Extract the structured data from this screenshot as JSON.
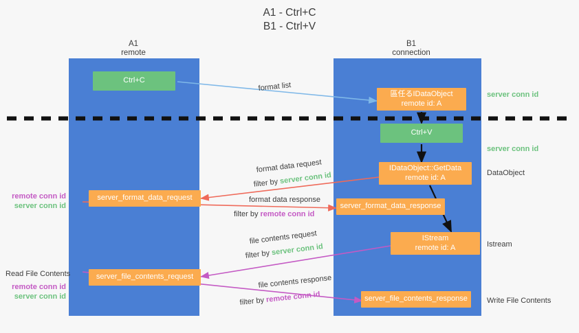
{
  "title": {
    "line1": "A1 - Ctrl+C",
    "line2": "B1 - Ctrl+V"
  },
  "lanes": [
    {
      "name": "A1",
      "sub": "remote"
    },
    {
      "name": "B1",
      "sub": "connection"
    }
  ],
  "boxes": {
    "ctrl_c": "Ctrl+C",
    "ctrl_v": "Ctrl+V",
    "dataobject_create_l1": "區任るIDataObject",
    "dataobject_create_l2": "remote id: A",
    "getdata_l1": "IDataObject::GetData",
    "getdata_l2": "remote id: A",
    "istream_l1": "IStream",
    "istream_l2": "remote id: A",
    "server_format_data_request": "server_format_data_request",
    "server_format_data_response": "server_format_data_response",
    "server_file_contents_request": "server_file_contents_request",
    "server_file_contents_response": "server_file_contents_response"
  },
  "labels": {
    "format_list": "format list",
    "format_data_request": "format data request",
    "format_data_response": "format data response",
    "file_contents_request": "file contents request",
    "file_contents_response": "file contents response",
    "filter_by": "filter by ",
    "server_conn_id": "server conn id",
    "remote_conn_id": "remote conn id",
    "right_server_conn_id_top": "server conn id",
    "right_server_conn_id_mid": "server conn id",
    "right_dataobject": "DataObject",
    "right_istream": "Istream",
    "right_write_file_contents": "Write File Contents",
    "left_read_file_contents": "Read File Contents"
  },
  "colors": {
    "lane": "#4a7fd4",
    "orange": "#fbab4f",
    "green": "#6cc27e",
    "magenta": "#c45ac4",
    "red_arrow": "#ef6a5a",
    "blue_arrow": "#7fb8e8",
    "black": "#111111",
    "background": "#f7f7f7"
  }
}
